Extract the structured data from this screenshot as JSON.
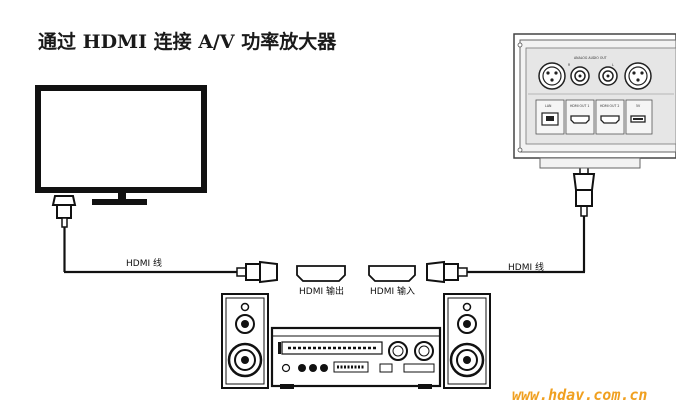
{
  "title": "通过 HDMI 连接 A/V 功率放大器",
  "labels": {
    "cable_left": "HDMI 线",
    "cable_right": "HDMI 线",
    "amp_out": "HDMI 输出",
    "amp_in": "HDMI 输入"
  },
  "player_panel": {
    "analog_label": "ANALOG AUDIO OUT",
    "port_r": "R",
    "port_l": "L",
    "lan_label": "LAN",
    "hdmi_out1_label": "HDMI OUT 1",
    "hdmi_out2_label": "HDMI OUT 2",
    "dc_label": "5V"
  },
  "watermark": "www.hdav.com.cn",
  "colors": {
    "line": "#1a1a1a",
    "panel": "#e8e8e8",
    "watermark": "#f0a020"
  }
}
